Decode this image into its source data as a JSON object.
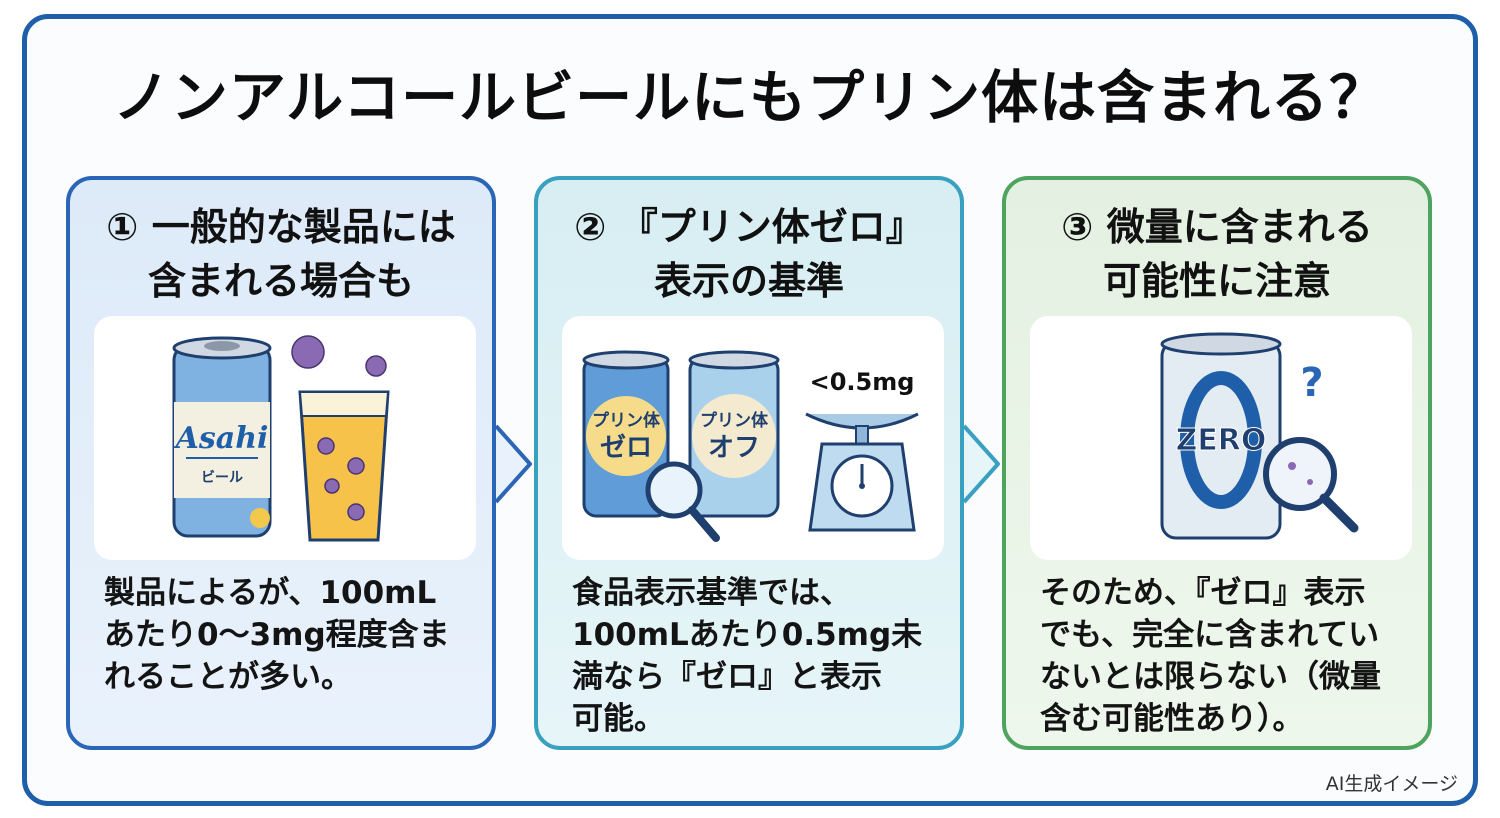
{
  "title": "ノンアルコールビールにもプリン体は含まれる？",
  "panels": [
    {
      "title_line1": "① 一般的な製品には",
      "title_line2": "含まれる場合も",
      "can_brand": "Asahi",
      "can_label": "ビール",
      "body_lines": [
        "製品によるが、100mL",
        "あたり0〜3mg程度含ま",
        "れることが多い。"
      ]
    },
    {
      "title_line1": "② 『プリン体ゼロ』",
      "title_line2": "表示の基準",
      "can1_line1": "プリン体",
      "can1_line2": "ゼロ",
      "can2_line1": "プリン体",
      "can2_line2": "オフ",
      "scale_label": "<0.5mg",
      "body_lines": [
        "食品表示基準では、",
        "100mLあたり0.5mg未",
        "満なら『ゼロ』と表示",
        "可能。"
      ]
    },
    {
      "title_line1": "③ 微量に含まれる",
      "title_line2": "可能性に注意",
      "can_label": "ZERO",
      "question_mark": "?",
      "body_lines": [
        "そのため、『ゼロ』表示",
        "でも、完全に含まれてい",
        "ないとは限らない（微量",
        "含む可能性あり）。"
      ]
    }
  ],
  "footer_note": "AI生成イメージ",
  "colors": {
    "frame": "#1f5ea8",
    "panel1": "#2b66b6",
    "panel2": "#3aa0c0",
    "panel3": "#4ea35f",
    "purine": "#8a6bb3"
  }
}
